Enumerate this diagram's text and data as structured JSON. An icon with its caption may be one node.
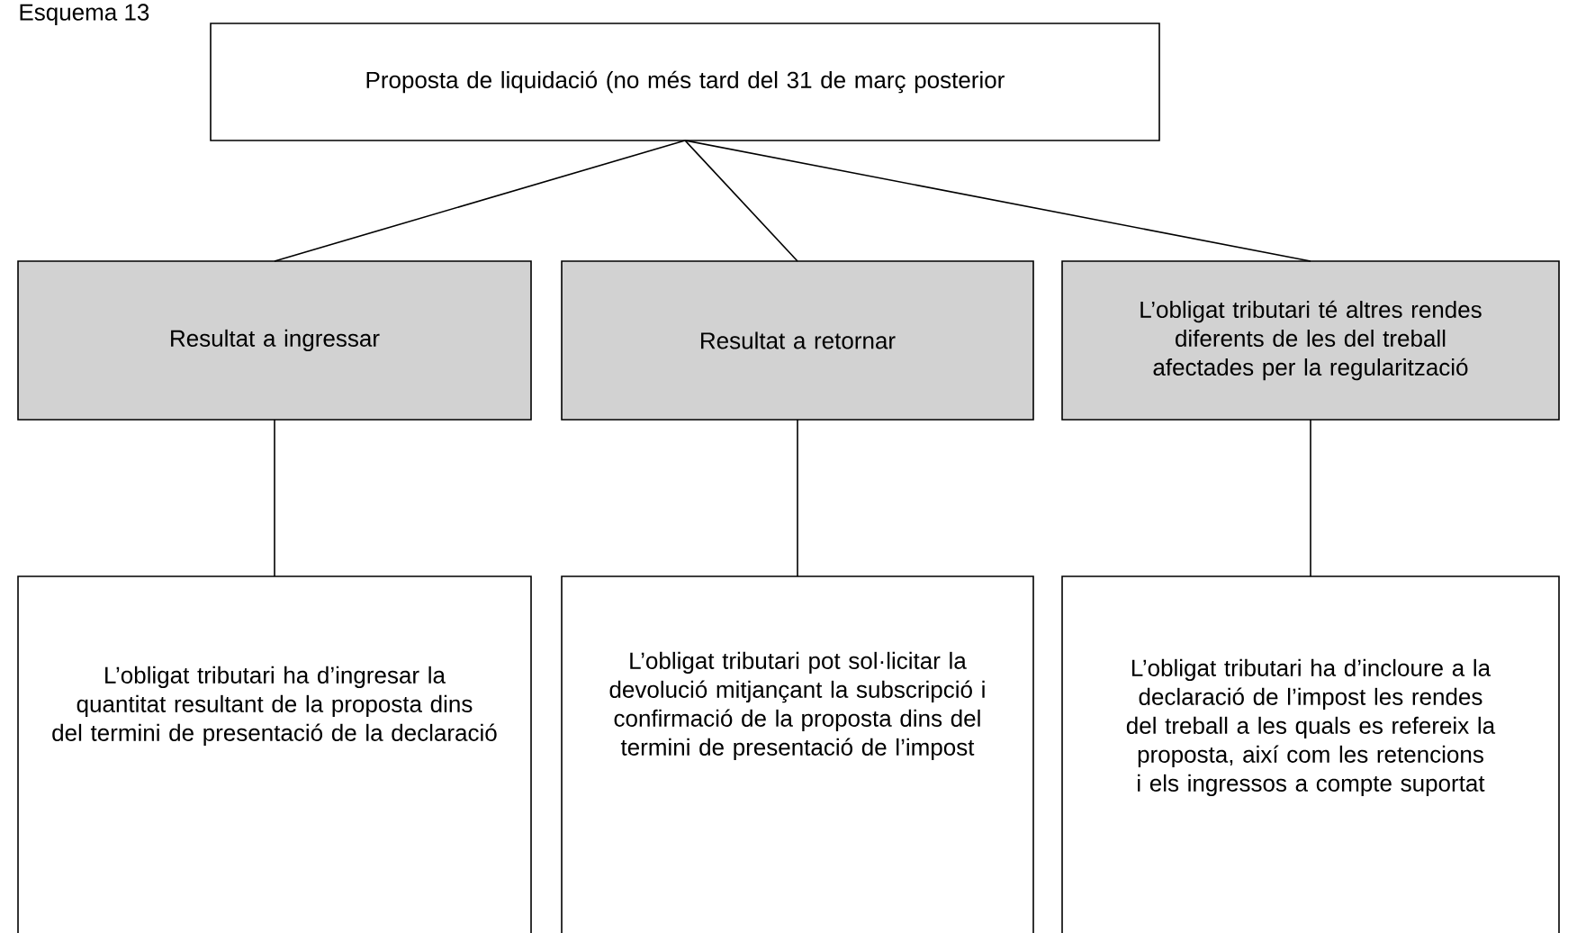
{
  "diagram": {
    "nodes": [
      {
        "text": [
          "Proposta de liquidació (no més tard del 31 de març posterior"
        ]
      },
      {
        "text": [
          "Resultat a ingressar"
        ]
      },
      {
        "text": [
          "Resultat a retornar"
        ]
      },
      {
        "text": [
          "L’obligat tributari té altres rendes diferents de les del treball afectades per la regularització"
        ]
      },
      {
        "text": [
          "L’obligat tributari ha d’ingresar la quantitat resultant de la proposta dins del termini de presentació de la declaració"
        ]
      },
      {
        "text": [
          "L’obligat tributari pot sol·licitar la devolució mitjançant la subscripció i confirmació de la proposta dins del termini de presentació de l’impost"
        ]
      },
      {
        "text": [
          "L’obligat tributari ha d’incloure a la declaració de l’impost les rendes del treball a les quals es refereix la proposta, així com les retencions i els ingressos a compte suportat"
        ]
      }
    ],
    "edges": [
      {
        "from": 0,
        "to": 1,
        "arrow": "none"
      },
      {
        "from": 0,
        "to": 2,
        "arrow": "none"
      },
      {
        "from": 0,
        "to": 3,
        "arrow": "none"
      },
      {
        "from": 1,
        "to": 4,
        "arrow": "none"
      },
      {
        "from": 2,
        "to": 5,
        "arrow": "none"
      },
      {
        "from": 3,
        "to": 6,
        "arrow": "none"
      }
    ],
    "labels": [
      "Esquema 13"
    ]
  }
}
